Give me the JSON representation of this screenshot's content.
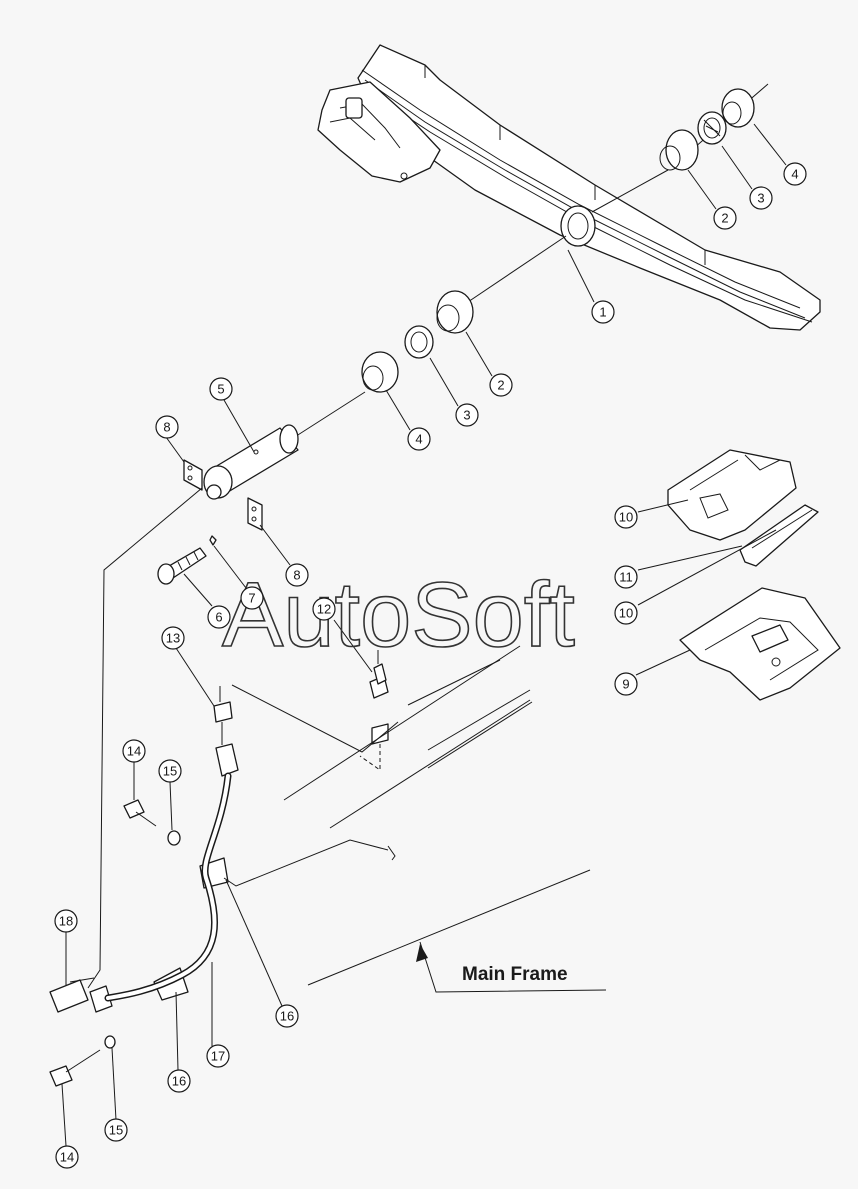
{
  "watermark": {
    "text": "AutoSoft"
  },
  "frame_label": {
    "text": "Main Frame"
  },
  "callouts": [
    {
      "id": "c1",
      "number": "1"
    },
    {
      "id": "c2a",
      "number": "2"
    },
    {
      "id": "c3a",
      "number": "3"
    },
    {
      "id": "c4a",
      "number": "4"
    },
    {
      "id": "c2b",
      "number": "2"
    },
    {
      "id": "c3b",
      "number": "3"
    },
    {
      "id": "c4b",
      "number": "4"
    },
    {
      "id": "c5",
      "number": "5"
    },
    {
      "id": "c6",
      "number": "6"
    },
    {
      "id": "c7",
      "number": "7"
    },
    {
      "id": "c8a",
      "number": "8"
    },
    {
      "id": "c8b",
      "number": "8"
    },
    {
      "id": "c9",
      "number": "9"
    },
    {
      "id": "c10a",
      "number": "10"
    },
    {
      "id": "c10b",
      "number": "10"
    },
    {
      "id": "c11",
      "number": "11"
    },
    {
      "id": "c12",
      "number": "12"
    },
    {
      "id": "c13",
      "number": "13"
    },
    {
      "id": "c14a",
      "number": "14"
    },
    {
      "id": "c14b",
      "number": "14"
    },
    {
      "id": "c15a",
      "number": "15"
    },
    {
      "id": "c15b",
      "number": "15"
    },
    {
      "id": "c16a",
      "number": "16"
    },
    {
      "id": "c16b",
      "number": "16"
    },
    {
      "id": "c17",
      "number": "17"
    },
    {
      "id": "c18",
      "number": "18"
    }
  ]
}
